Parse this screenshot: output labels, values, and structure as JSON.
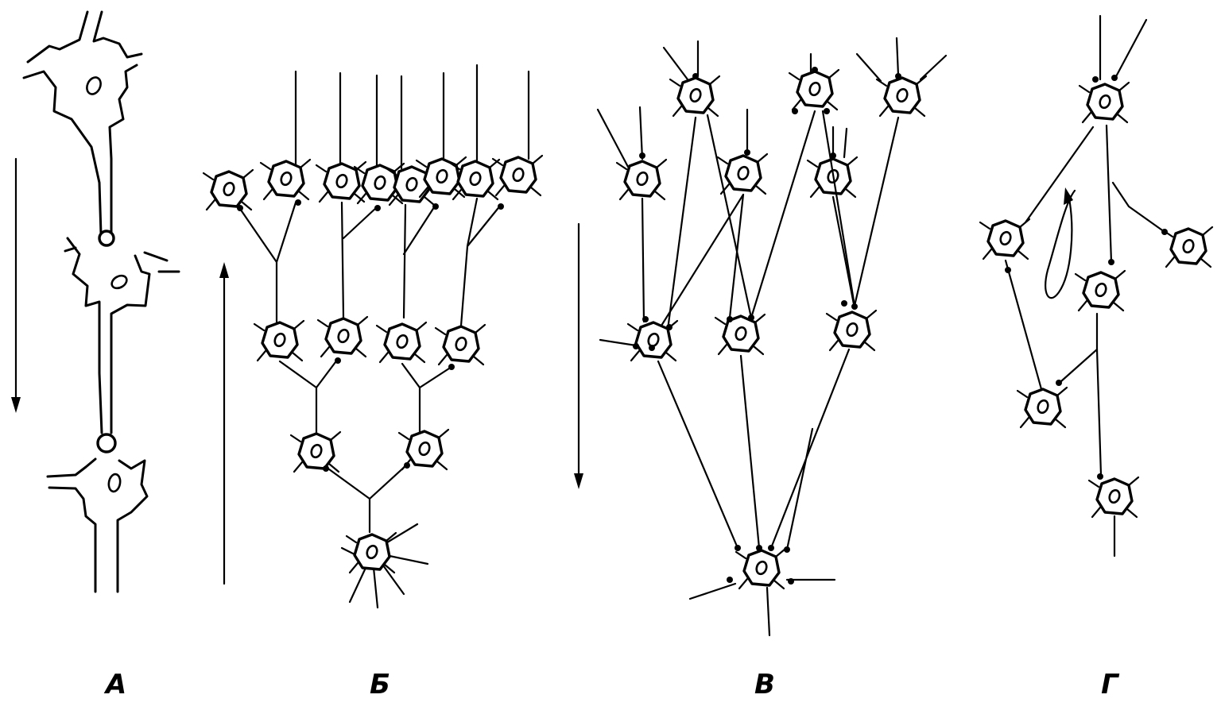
{
  "panels": [
    {
      "id": "A",
      "label": "А"
    },
    {
      "id": "B",
      "label": "Б"
    },
    {
      "id": "V",
      "label": "В"
    },
    {
      "id": "G",
      "label": "Г"
    }
  ],
  "colors": {
    "ink": "#000000",
    "background": "#ffffff"
  }
}
